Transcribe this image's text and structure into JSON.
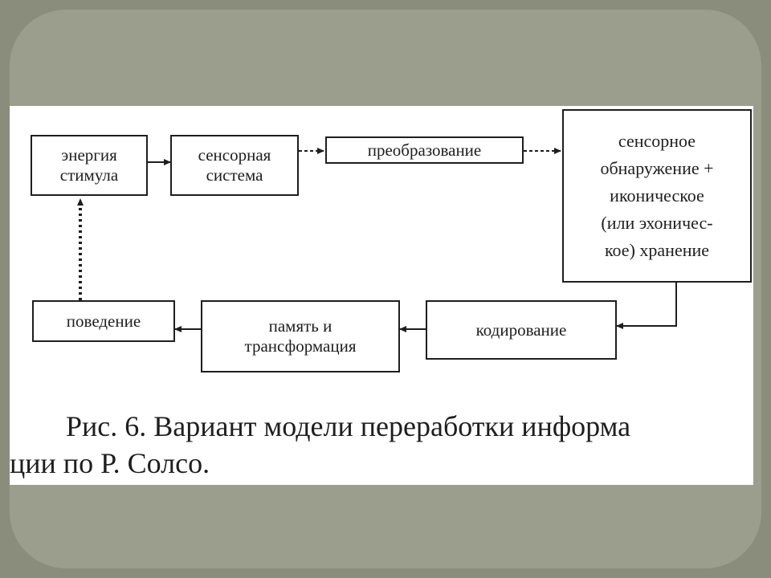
{
  "diagram": {
    "boxes": {
      "energy": "энергия\nстимула",
      "sensory_system": "сенсорная\nсистема",
      "transformation": "преобразование",
      "detection": "сенсорное\nобнаружение +\nиконическое\n(или эхоничес-\nкое) хранение",
      "coding": "кодирование",
      "memory": "память и\nтрансформация",
      "behavior": "поведение"
    }
  },
  "caption": {
    "line1": "Рис. 6. Вариант модели переработки информа",
    "line2": "ции по Р. Солсо."
  }
}
